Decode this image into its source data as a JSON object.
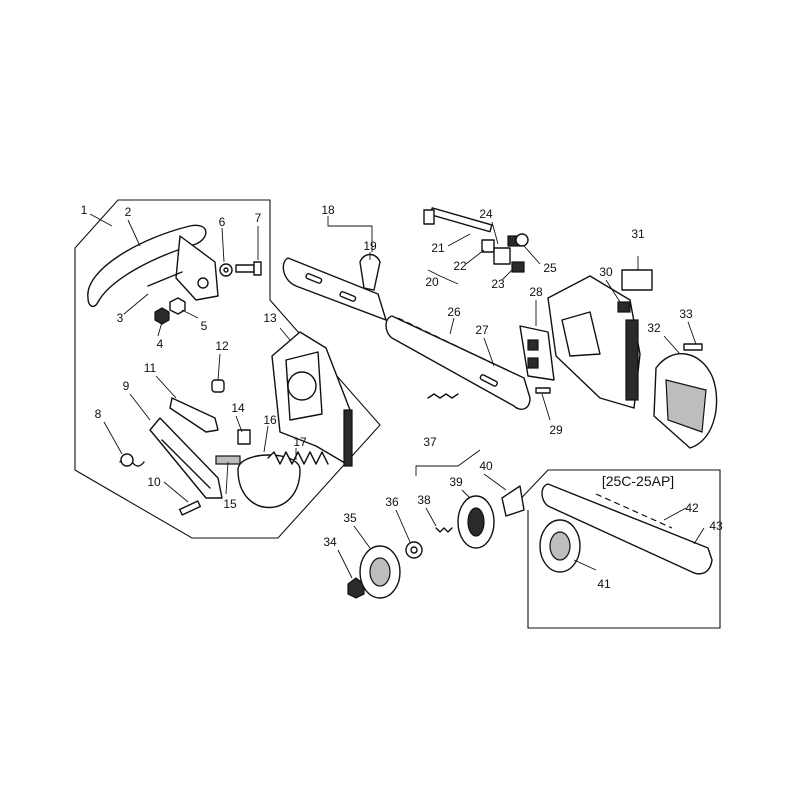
{
  "diagram": {
    "inset_label": "[25C-25AP]",
    "callouts": [
      "1",
      "2",
      "3",
      "4",
      "5",
      "6",
      "7",
      "8",
      "9",
      "10",
      "11",
      "12",
      "13",
      "14",
      "15",
      "16",
      "17",
      "18",
      "19",
      "20",
      "21",
      "22",
      "23",
      "24",
      "25",
      "26",
      "27",
      "28",
      "29",
      "30",
      "31",
      "32",
      "33",
      "34",
      "35",
      "36",
      "37",
      "38",
      "39",
      "40",
      "41",
      "42",
      "43"
    ]
  }
}
